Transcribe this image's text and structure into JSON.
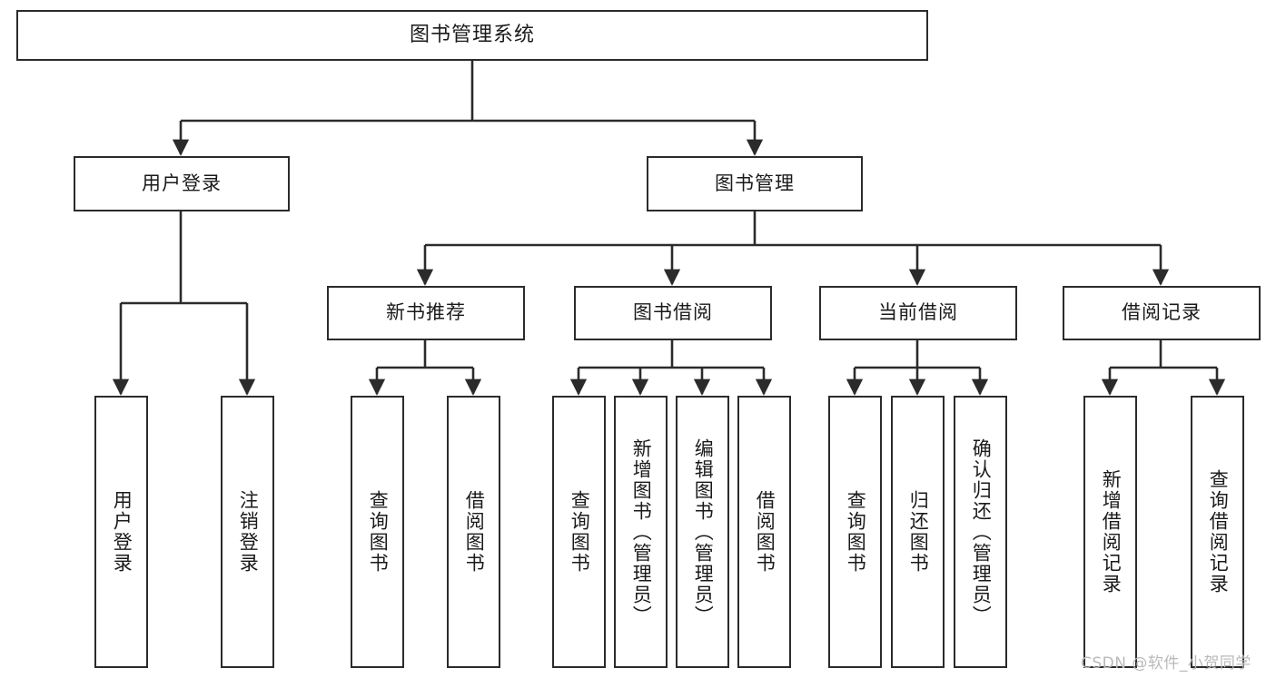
{
  "diagram": {
    "title": "图书管理系统",
    "type": "hierarchy-tree",
    "colors": {
      "box_border": "#2b2b2b",
      "box_fill": "#ffffff",
      "edge": "#2b2b2b",
      "text": "#1a1a1a",
      "watermark": "#b9b9b9"
    },
    "levels": {
      "root": {
        "label": "图书管理系统"
      },
      "level1": [
        {
          "label": "用户登录"
        },
        {
          "label": "图书管理"
        }
      ],
      "level2": [
        {
          "label": "新书推荐"
        },
        {
          "label": "图书借阅"
        },
        {
          "label": "当前借阅"
        },
        {
          "label": "借阅记录"
        }
      ],
      "leaves": {
        "user_login": [
          {
            "label": "用户登录"
          },
          {
            "label": "注销登录"
          }
        ],
        "new_book_recommend": [
          {
            "label": "查询图书"
          },
          {
            "label": "借阅图书"
          }
        ],
        "book_borrow": [
          {
            "label": "查询图书"
          },
          {
            "label": "新增图书（管理员）"
          },
          {
            "label": "编辑图书（管理员）"
          },
          {
            "label": "借阅图书"
          }
        ],
        "current_borrow": [
          {
            "label": "查询图书"
          },
          {
            "label": "归还图书"
          },
          {
            "label": "确认归还（管理员）"
          }
        ],
        "borrow_record": [
          {
            "label": "新增借阅记录"
          },
          {
            "label": "查询借阅记录"
          }
        ]
      }
    },
    "watermark": "CSDN @软件_小贺同学"
  }
}
